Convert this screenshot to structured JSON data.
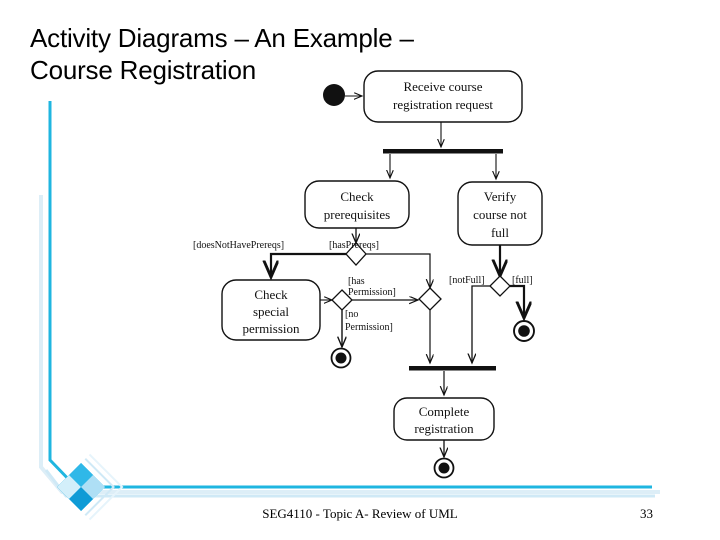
{
  "slide": {
    "title": "Activity Diagrams – An Example –\nCourse Registration",
    "background_color": "#ffffff",
    "accent_color": "#1FB6E0",
    "accent_color_light": "#BFE6F4"
  },
  "footer": {
    "text": "SEG4110 - Topic A-  Review of UML",
    "page_number": "33"
  },
  "diagram": {
    "type": "uml-activity-diagram",
    "title": "Course Registration",
    "nodes": [
      {
        "id": "start",
        "kind": "initial-node",
        "label": ""
      },
      {
        "id": "receive",
        "kind": "action",
        "label": "Receive course\nregistration request"
      },
      {
        "id": "fork1",
        "kind": "fork-bar",
        "label": ""
      },
      {
        "id": "checkPrereq",
        "kind": "action",
        "label": "Check\nprerequisites"
      },
      {
        "id": "verifyFull",
        "kind": "action",
        "label": "Verify\ncourse not\nfull"
      },
      {
        "id": "dec-prereq",
        "kind": "decision",
        "label": ""
      },
      {
        "id": "checkSpecial",
        "kind": "action",
        "label": "Check\nspecial\npermission"
      },
      {
        "id": "dec-perm",
        "kind": "decision",
        "label": ""
      },
      {
        "id": "merge-perm",
        "kind": "merge",
        "label": ""
      },
      {
        "id": "dec-full",
        "kind": "decision",
        "label": ""
      },
      {
        "id": "end-noperm",
        "kind": "final-node",
        "label": ""
      },
      {
        "id": "end-full",
        "kind": "final-node",
        "label": ""
      },
      {
        "id": "join1",
        "kind": "join-bar",
        "label": ""
      },
      {
        "id": "complete",
        "kind": "action",
        "label": "Complete\nregistration"
      },
      {
        "id": "end-done",
        "kind": "final-node",
        "label": ""
      }
    ],
    "guards": [
      {
        "id": "g-doesnot",
        "text": "[doesNotHavePrereqs]"
      },
      {
        "id": "g-has",
        "text": "[hasPrereqs]"
      },
      {
        "id": "g-hasperm",
        "text": "[has\nPermission]"
      },
      {
        "id": "g-noperm",
        "text": "[no\nPermission]"
      },
      {
        "id": "g-notfull",
        "text": "[notFull]"
      },
      {
        "id": "g-full",
        "text": "[full]"
      }
    ],
    "labels": {
      "receive": "Receive course",
      "receive2": "registration request",
      "checkPrereq": "Check",
      "checkPrereq2": "prerequisites",
      "verify": "Verify",
      "verify2": "course not",
      "verify3": "full",
      "special": "Check",
      "special2": "special",
      "special3": "permission",
      "complete": "Complete",
      "complete2": "registration",
      "g_doesnot": "[doesNotHavePrereqs]",
      "g_has": "[hasPrereqs]",
      "g_hasperm_a": "[has",
      "g_hasperm_b": "Permission]",
      "g_noperm_a": "[no",
      "g_noperm_b": "Permission]",
      "g_notfull": "[notFull]",
      "g_full": "[full]"
    }
  }
}
